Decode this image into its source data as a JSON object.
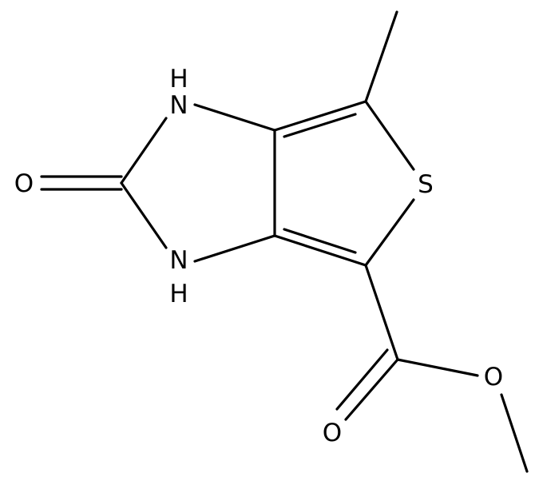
{
  "molecule": {
    "atoms": {
      "n1": "N",
      "n1_h": "H",
      "n3": "N",
      "n3_h": "H",
      "o_carbonyl_ring": "O",
      "s_ring": "S",
      "o_ester_carbonyl": "O",
      "o_ester_ether": "O"
    }
  }
}
